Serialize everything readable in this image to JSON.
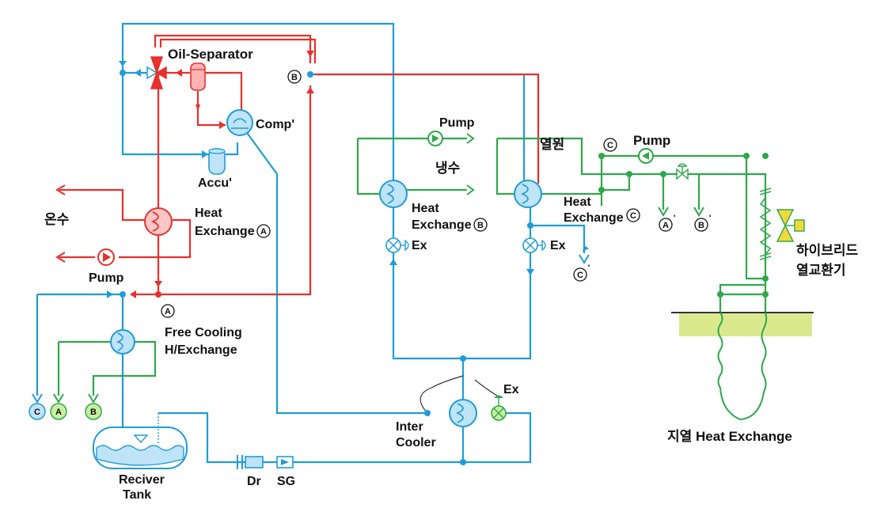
{
  "colors": {
    "red": "#e8302c",
    "blue": "#1f9cd8",
    "green": "#2fa84a",
    "ground": "#dbe98e"
  },
  "labels": {
    "oil_separator": "Oil-Separator",
    "comp": "Comp'",
    "accu": "Accu'",
    "onsu": "온수",
    "heat_exchange_a_1": "Heat",
    "heat_exchange_a_2": "Exchange",
    "pump_left": "Pump",
    "free_cooling_1": "Free Cooling",
    "free_cooling_2": "H/Exchange",
    "receiver_1": "Reciver",
    "receiver_2": "Tank",
    "dr": "Dr",
    "sg": "SG",
    "inter_cooler_1": "Inter",
    "inter_cooler_2": "Cooler",
    "ex_inter": "Ex",
    "pump_mid": "Pump",
    "naengsu": "냉수",
    "heat_exchange_b_1": "Heat",
    "heat_exchange_b_2": "Exchange",
    "ex_b": "Ex",
    "yeolwon": "열원",
    "heat_exchange_c_1": "Heat",
    "heat_exchange_c_2": "Exchange",
    "ex_c": "Ex",
    "pump_right": "Pump",
    "hybrid_1": "하이브리드",
    "hybrid_2": "열교환기",
    "geothermal": "지열 Heat Exchange"
  },
  "markers": {
    "a": "A",
    "b": "B",
    "c": "C",
    "a_prime": "A",
    "b_prime": "B",
    "c_prime": "C",
    "prime": "'"
  },
  "terminals": {
    "c": "C",
    "a": "A",
    "b": "B"
  }
}
